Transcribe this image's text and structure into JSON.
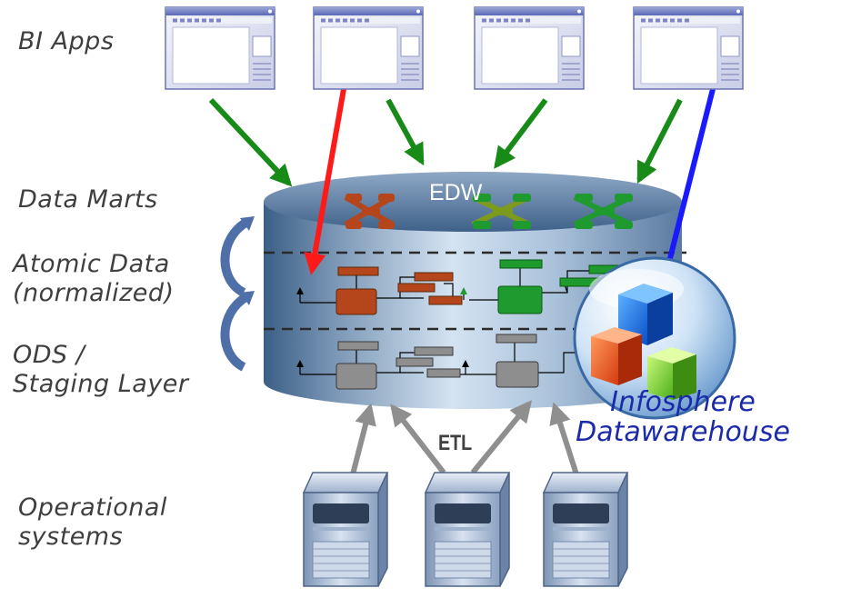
{
  "layers": {
    "bi_apps": "BI Apps",
    "data_marts": "Data Marts",
    "atomic_data": "Atomic Data\n(normalized)",
    "ods_staging": "ODS /\nStaging Layer",
    "operational": "Operational\nsystems"
  },
  "warehouse": {
    "edw_label": "EDW",
    "etl_label": "ETL"
  },
  "product": {
    "name": "Infosphere\nDatawarehouse"
  },
  "icons": [
    "bi-app-window-icon",
    "server-icon",
    "star-schema-icon",
    "product-logo-icon"
  ],
  "colors": {
    "mart_orange": "#b5451b",
    "mart_olive": "#7b9a1e",
    "mart_green": "#1f9a2e",
    "arrow_green": "#178a17",
    "arrow_red": "#ff1a1a",
    "arrow_blue": "#1a1aff",
    "arrow_gray": "#8f8f8f",
    "product_text": "#1a2aa8"
  }
}
